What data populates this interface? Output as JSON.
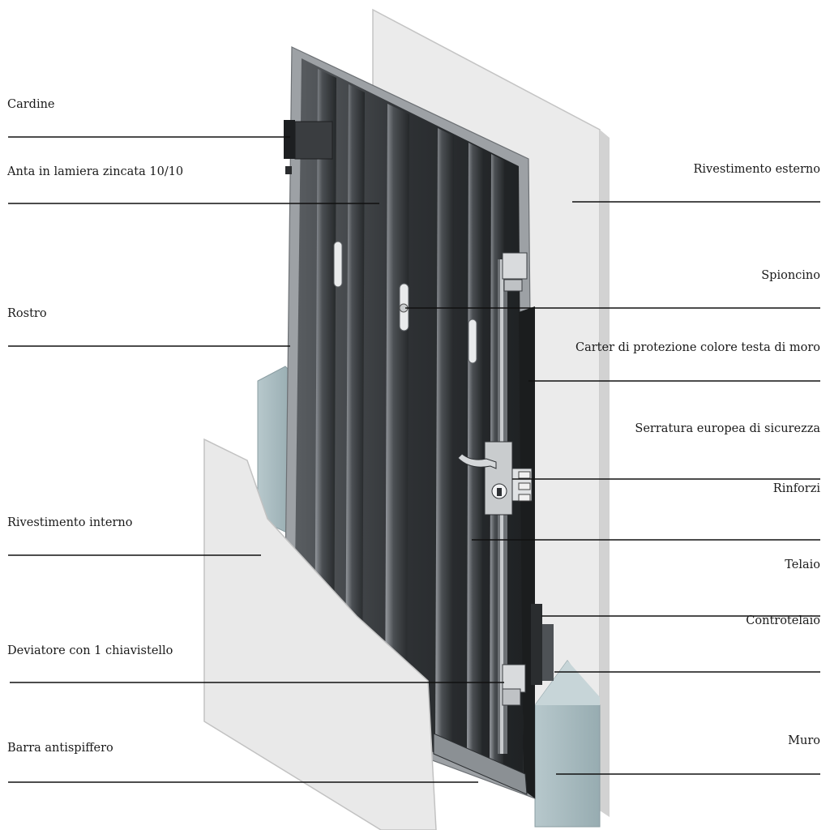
{
  "labels_left": [
    {
      "id": "cardine",
      "text": "Cardine"
    },
    {
      "id": "anta",
      "text": "Anta in lamiera zincata 10/10"
    },
    {
      "id": "rostro",
      "text": "Rostro"
    },
    {
      "id": "rivestimento-interno",
      "text": "Rivestimento interno"
    },
    {
      "id": "deviatore",
      "text": "Deviatore con 1 chiavistello"
    },
    {
      "id": "barra",
      "text": "Barra antispiffero"
    }
  ],
  "labels_right": [
    {
      "id": "rivestimento-esterno",
      "text": "Rivestimento esterno"
    },
    {
      "id": "spioncino",
      "text": "Spioncino"
    },
    {
      "id": "carter",
      "text": "Carter di protezione colore testa di moro"
    },
    {
      "id": "serratura",
      "text": "Serratura europea di sicurezza"
    },
    {
      "id": "rinforzi",
      "text": "Rinforzi"
    },
    {
      "id": "telaio",
      "text": "Telaio"
    },
    {
      "id": "controtelaio",
      "text": "Controtelaio"
    },
    {
      "id": "muro",
      "text": "Muro"
    }
  ],
  "colors": {
    "panel": "#e8e8e8",
    "panel_edge": "#b5b5b5",
    "door_dark": "#2b2e30",
    "door_mid": "#4a4e52",
    "door_light": "#8e9297",
    "wall_block": "#a9bcc0",
    "leader": "#111111"
  }
}
